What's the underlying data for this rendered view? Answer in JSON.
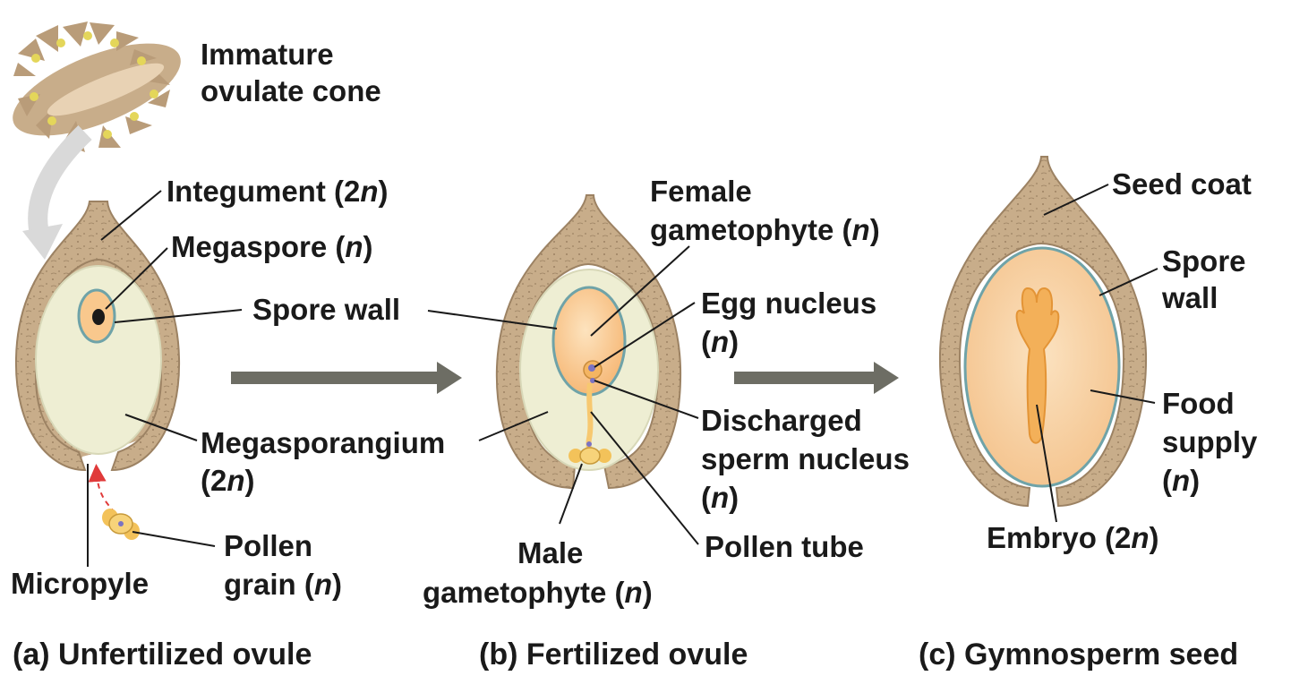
{
  "labels": {
    "immature_cone": [
      "Immature",
      "ovulate cone"
    ],
    "integument": {
      "text": "Integument (2",
      "n": "n",
      "close": ")"
    },
    "megaspore": {
      "text": "Megaspore (",
      "n": "n",
      "close": ")"
    },
    "spore_wall_a": "Spore wall",
    "megasporangium": {
      "line1": "Megasporangium",
      "line2_pre": "(2",
      "n": "n",
      "close": ")"
    },
    "pollen_grain": {
      "line1": "Pollen",
      "line2_pre": "grain (",
      "n": "n",
      "close": ")"
    },
    "micropyle": "Micropyle",
    "female_gametophyte": {
      "line1": "Female",
      "line2_pre": "gametophyte (",
      "n": "n",
      "close": ")"
    },
    "egg_nucleus": {
      "line1": "Egg nucleus",
      "line2_pre": "(",
      "n": "n",
      "close": ")"
    },
    "discharged_sperm": {
      "line1": "Discharged",
      "line2": "sperm nucleus",
      "line3_pre": "(",
      "n": "n",
      "close": ")"
    },
    "pollen_tube": "Pollen tube",
    "male_gametophyte": {
      "line1": "Male",
      "line2_pre": "gametophyte (",
      "n": "n",
      "close": ")"
    },
    "seed_coat": "Seed coat",
    "spore_wall_c": [
      "Spore",
      "wall"
    ],
    "food_supply": {
      "line1": "Food",
      "line2": "supply",
      "line3_pre": "(",
      "n": "n",
      "close": ")"
    },
    "embryo": {
      "text": "Embryo (2",
      "n": "n",
      "close": ")"
    }
  },
  "captions": {
    "a": "(a) Unfertilized ovule",
    "b": "(b) Fertilized ovule",
    "c": "(c) Gymnosperm seed"
  },
  "colors": {
    "integument": "#c8ad8a",
    "integument_dark": "#9c8263",
    "megasporangium": "#eeeed3",
    "spore_wall": "#6fa3a8",
    "gametophyte": "#f9c88d",
    "embryo": "#f0a84a",
    "arrow": "#6d6d64",
    "pollen": "#f3c25a",
    "nucleus": "#7b73c2",
    "guide_arrow": "#d9d9d9",
    "dashed_path": "#e03a3a"
  }
}
